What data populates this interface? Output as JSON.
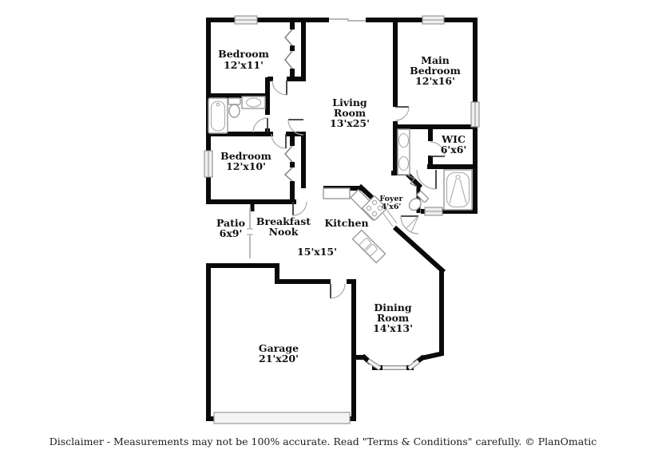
{
  "theme": {
    "background": "#ffffff",
    "wall": "#0a0a0a",
    "fixture": "#999999",
    "window_fill": "#efefef",
    "door_arc": "#aaaaaa",
    "label": "#111111"
  },
  "rooms": [
    {
      "id": "bedroom-1",
      "lines": [
        "Bedroom",
        "12'x11'"
      ]
    },
    {
      "id": "main-bedroom",
      "lines": [
        "Main",
        "Bedroom",
        "12'x16'"
      ]
    },
    {
      "id": "living-room",
      "lines": [
        "Living",
        "Room",
        "13'x25'"
      ]
    },
    {
      "id": "wic",
      "lines": [
        "WIC",
        "6'x6'"
      ]
    },
    {
      "id": "bedroom-2",
      "lines": [
        "Bedroom",
        "12'x10'"
      ]
    },
    {
      "id": "foyer",
      "lines": [
        "Foyer",
        "4'x6'"
      ]
    },
    {
      "id": "patio",
      "lines": [
        "Patio",
        "6x9'"
      ]
    },
    {
      "id": "breakfast-nook",
      "lines": [
        "Breakfast",
        "Nook"
      ]
    },
    {
      "id": "kitchen",
      "lines": [
        "Kitchen"
      ]
    },
    {
      "id": "kitchen-dims",
      "lines": [
        "15'x15'"
      ]
    },
    {
      "id": "dining-room",
      "lines": [
        "Dining",
        "Room",
        "14'x13'"
      ]
    },
    {
      "id": "garage",
      "lines": [
        "Garage",
        "21'x20'"
      ]
    }
  ],
  "footer": {
    "disclaimer": "Disclaimer - Measurements may not be 100% accurate. Read \"Terms & Conditions\" carefully. © PlanOmatic"
  }
}
